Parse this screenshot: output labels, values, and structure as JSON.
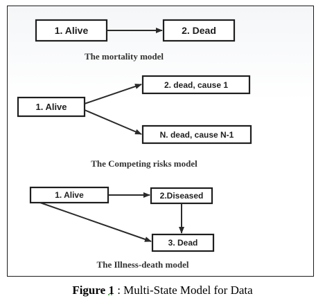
{
  "mortality": {
    "state_alive": "1. Alive",
    "state_dead": "2. Dead",
    "caption": "The mortality model"
  },
  "competing": {
    "state_alive": "1. Alive",
    "state_cause1": "2. dead, cause 1",
    "state_causeN": "N. dead, cause N-1",
    "caption": "The Competing risks model"
  },
  "illness": {
    "state_alive": "1. Alive",
    "state_diseased": "2.Diseased",
    "state_dead": "3. Dead",
    "caption": "The Illness-death model"
  },
  "figure": {
    "label": "Figure",
    "number": "1",
    "separator": ":",
    "text": "Multi-State Model for Data"
  }
}
